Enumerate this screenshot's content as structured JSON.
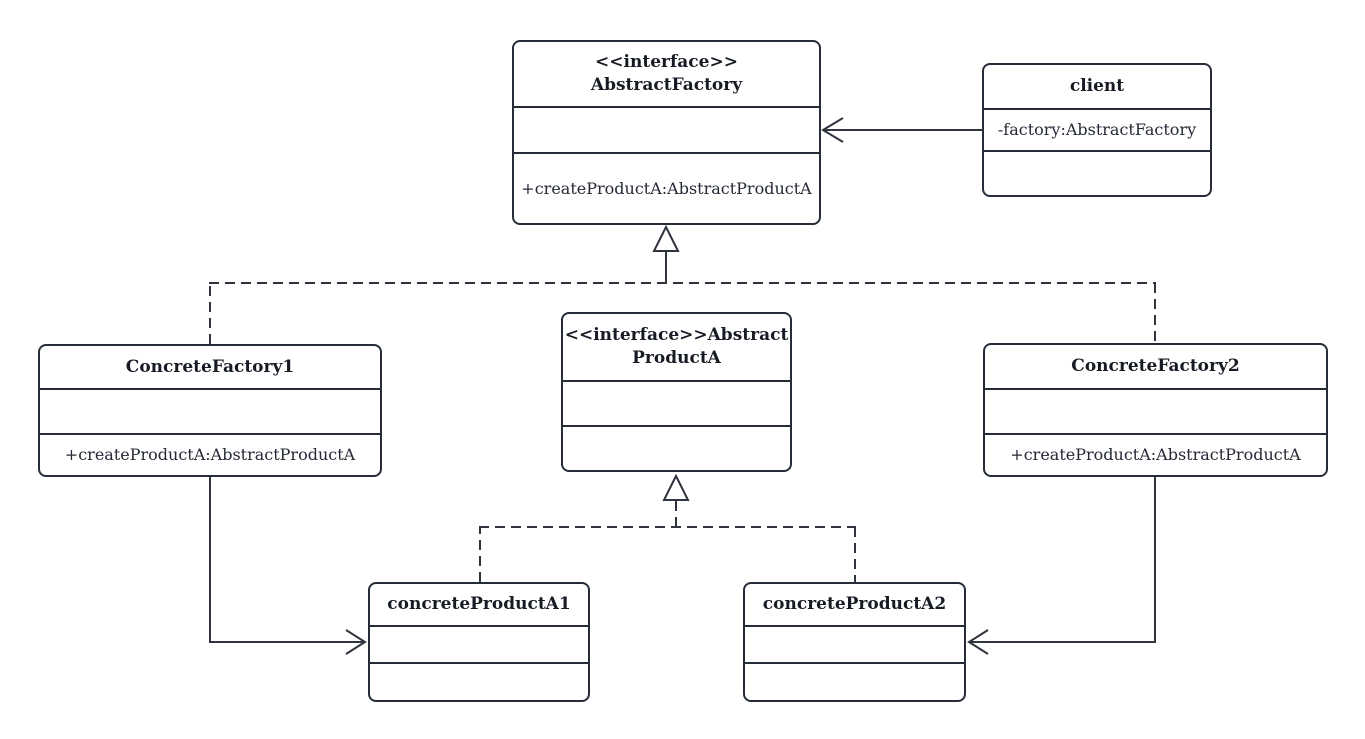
{
  "diagram": {
    "kind": "uml-class-diagram",
    "pattern": "Abstract Factory",
    "colors": {
      "stroke": "#2f343e",
      "box_border": "#272d38",
      "background": "#ffffff",
      "text": "#1d222c"
    },
    "classes": {
      "abstract_factory": {
        "stereotype": "<<interface>>",
        "name": "AbstractFactory",
        "attribute": "",
        "method": "+createProductA:AbstractProductA"
      },
      "client": {
        "name": "client",
        "attribute": "-factory:AbstractFactory",
        "method": ""
      },
      "abstract_product_a": {
        "header_line1": "<<interface>>Abstract",
        "header_line2": "ProductA",
        "attribute": "",
        "method": ""
      },
      "concrete_factory_1": {
        "name": "ConcreteFactory1",
        "attribute": "",
        "method": "+createProductA:AbstractProductA"
      },
      "concrete_factory_2": {
        "name": "ConcreteFactory2",
        "attribute": "",
        "method": "+createProductA:AbstractProductA"
      },
      "concrete_product_a1": {
        "name": "concreteProductA1",
        "attribute": "",
        "method": ""
      },
      "concrete_product_a2": {
        "name": "concreteProductA2",
        "attribute": "",
        "method": ""
      }
    },
    "relationships": [
      {
        "from": "client",
        "to": "AbstractFactory",
        "type": "association",
        "line": "solid",
        "arrowhead": "open"
      },
      {
        "from": "ConcreteFactory1",
        "to": "AbstractFactory",
        "type": "realization",
        "line": "dashed",
        "arrowhead": "hollow-triangle"
      },
      {
        "from": "ConcreteFactory2",
        "to": "AbstractFactory",
        "type": "realization",
        "line": "dashed",
        "arrowhead": "hollow-triangle"
      },
      {
        "from": "concreteProductA1",
        "to": "AbstractProductA",
        "type": "realization",
        "line": "dashed",
        "arrowhead": "hollow-triangle"
      },
      {
        "from": "concreteProductA2",
        "to": "AbstractProductA",
        "type": "realization",
        "line": "dashed",
        "arrowhead": "hollow-triangle"
      },
      {
        "from": "ConcreteFactory1",
        "to": "concreteProductA1",
        "type": "association",
        "line": "solid",
        "arrowhead": "open"
      },
      {
        "from": "ConcreteFactory2",
        "to": "concreteProductA2",
        "type": "association",
        "line": "solid",
        "arrowhead": "open"
      }
    ]
  }
}
